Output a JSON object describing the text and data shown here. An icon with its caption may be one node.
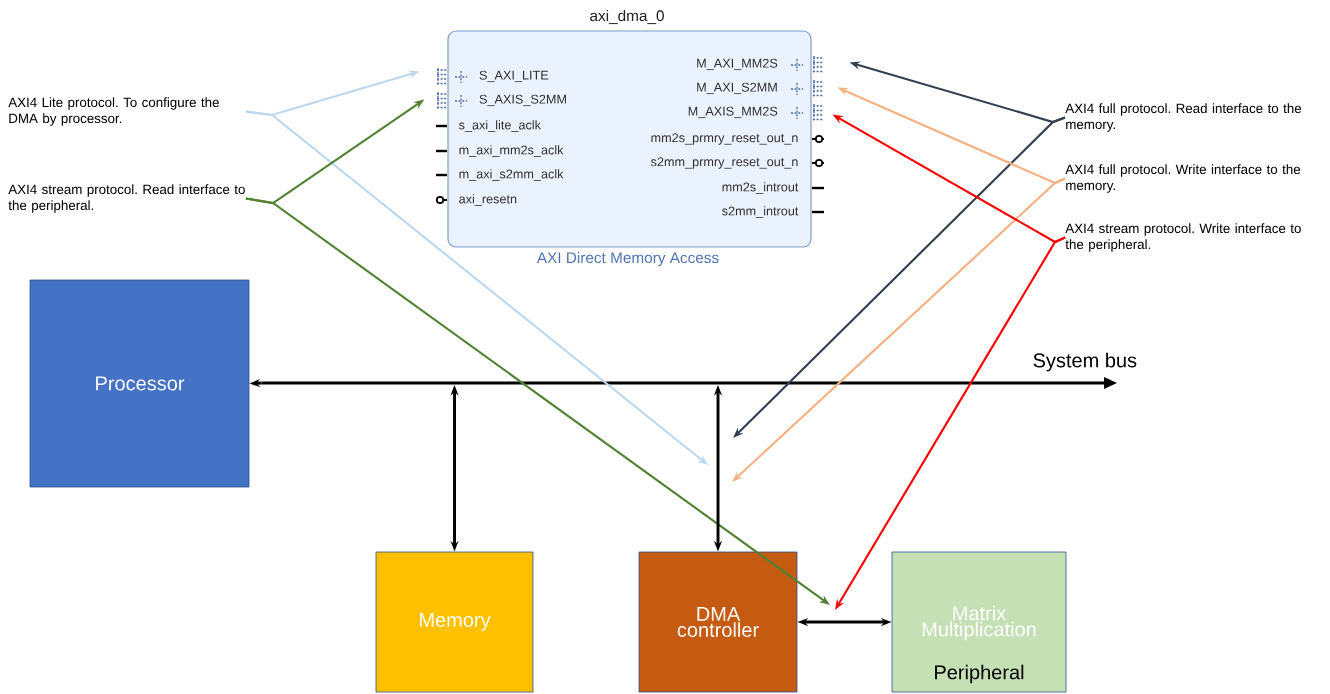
{
  "diagram": {
    "nodes": [
      {
        "text": [
          "axi_dma_0",
          "AXI Direct Memory Access"
        ]
      },
      {
        "text": [
          "S_AXI_LITE"
        ],
        "in": 0
      },
      {
        "text": [
          "S_AXIS_S2MM"
        ],
        "in": 0
      },
      {
        "text": [
          "M_AXI_MM2S"
        ],
        "in": 0
      },
      {
        "text": [
          "M_AXI_S2MM"
        ],
        "in": 0
      },
      {
        "text": [
          "M_AXIS_MM2S"
        ],
        "in": 0
      },
      {
        "text": [
          "AXI4 Lite protocol. To configure the DMA by processor."
        ]
      },
      {
        "text": [
          "AXI4 stream protocol. Read interface to the peripheral."
        ]
      },
      {
        "text": [
          "AXI4 full protocol. Read interface to the memory."
        ]
      },
      {
        "text": [
          "AXI4 full protocol. Write interface to the memory."
        ]
      },
      {
        "text": [
          "AXI4 stream protocol. Write interface to the peripheral."
        ]
      },
      {
        "text": [
          "Processor"
        ]
      },
      {
        "text": [],
        "shape": "bar",
        "beside": [
          "System bus"
        ]
      },
      {
        "text": [
          "Memory"
        ]
      },
      {
        "text": [
          "DMA controller"
        ]
      },
      {
        "text": [
          "Matrix Multiplication",
          "Peripheral"
        ]
      }
    ],
    "edges": [
      {
        "from": 6,
        "to": 1,
        "arrow": "to",
        "color": "#bdd7ee"
      },
      {
        "from": 6,
        "to": null,
        "arrow": "to",
        "color": "#bdd7ee"
      },
      {
        "from": 7,
        "to": 2,
        "arrow": "to",
        "color": "#548235"
      },
      {
        "from": 7,
        "to": null,
        "arrow": "to",
        "color": "#548235"
      },
      {
        "from": 8,
        "to": 3,
        "arrow": "to",
        "color": "#333f50"
      },
      {
        "from": 8,
        "to": null,
        "arrow": "to",
        "color": "#333f50"
      },
      {
        "from": 9,
        "to": 4,
        "arrow": "to",
        "color": "#f4b183"
      },
      {
        "from": 9,
        "to": null,
        "arrow": "to",
        "color": "#f4b183"
      },
      {
        "from": 10,
        "to": 5,
        "arrow": "to",
        "color": "#ff0000"
      },
      {
        "from": 10,
        "to": null,
        "arrow": "to",
        "color": "#ff0000"
      },
      {
        "from": 12,
        "to": 11,
        "arrow": "to"
      },
      {
        "from": 13,
        "to": 12,
        "arrow": "both"
      },
      {
        "from": 14,
        "to": 12,
        "arrow": "both"
      },
      {
        "from": 14,
        "to": 15,
        "arrow": "both"
      }
    ],
    "labels": [
      "s_axi_lite_aclk",
      "m_axi_mm2s_aclk",
      "m_axi_s2mm_aclk",
      "axi_resetn",
      "mm2s_prmry_reset_out_n",
      "s2mm_prmry_reset_out_n",
      "mm2s_introut",
      "s2mm_introut"
    ]
  }
}
